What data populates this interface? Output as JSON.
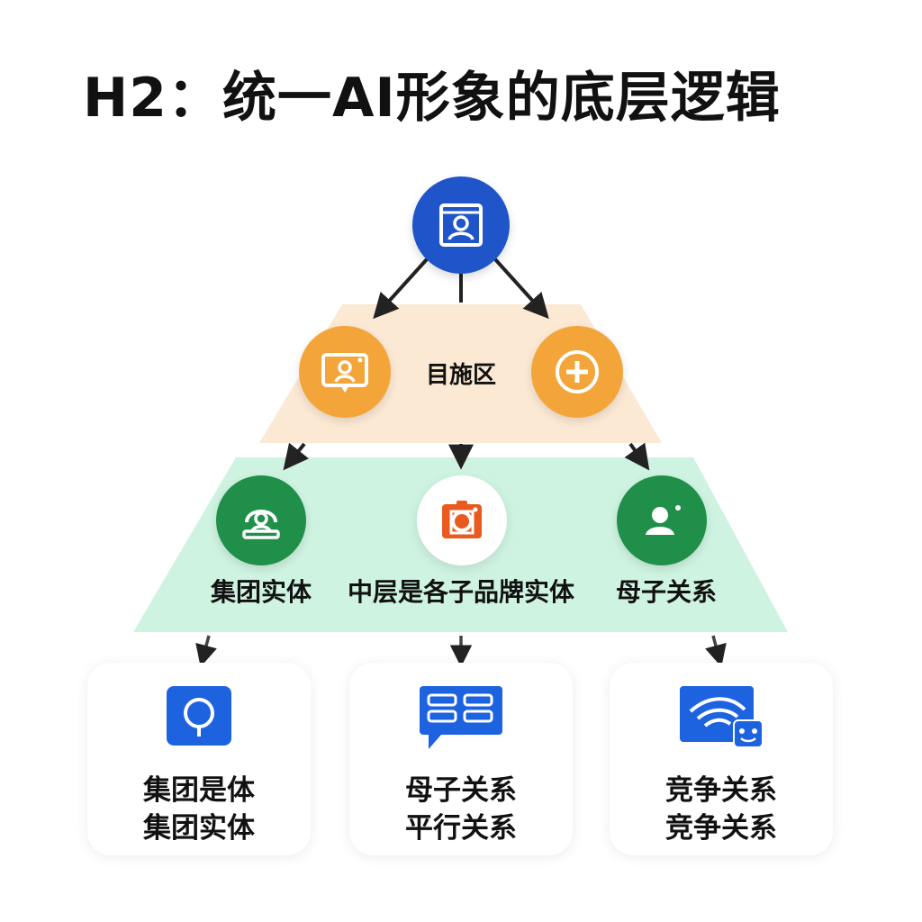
{
  "title": "H2：统一AI形象的底层逻辑",
  "top_node": {
    "icon": "person-frame-icon"
  },
  "middle_band": {
    "label": "目施区",
    "left_icon": "person-card-icon",
    "right_icon": "plus-circle-icon"
  },
  "lower_band": {
    "items": [
      {
        "label": "集团实体",
        "icon": "person-desk-icon"
      },
      {
        "label": "中层是各子品牌实体",
        "icon": "camera-icon"
      },
      {
        "label": "母子关系",
        "icon": "person-icon"
      }
    ]
  },
  "cards": [
    {
      "icon": "chat-bubble-icon",
      "line1": "集团是体",
      "line2": "集团实体"
    },
    {
      "icon": "message-grid-icon",
      "line1": "母子关系",
      "line2": "平行关系"
    },
    {
      "icon": "wifi-bot-icon",
      "line1": "竞争关系",
      "line2": "竞争关系"
    }
  ],
  "colors": {
    "blue": "#1f55c9",
    "orange": "#f3a53a",
    "orange_band": "#fbe9d4",
    "green": "#1f8f4a",
    "green_band": "#cff3e1",
    "card_blue": "#1d63e0",
    "camera_orange": "#ea5a1e"
  }
}
